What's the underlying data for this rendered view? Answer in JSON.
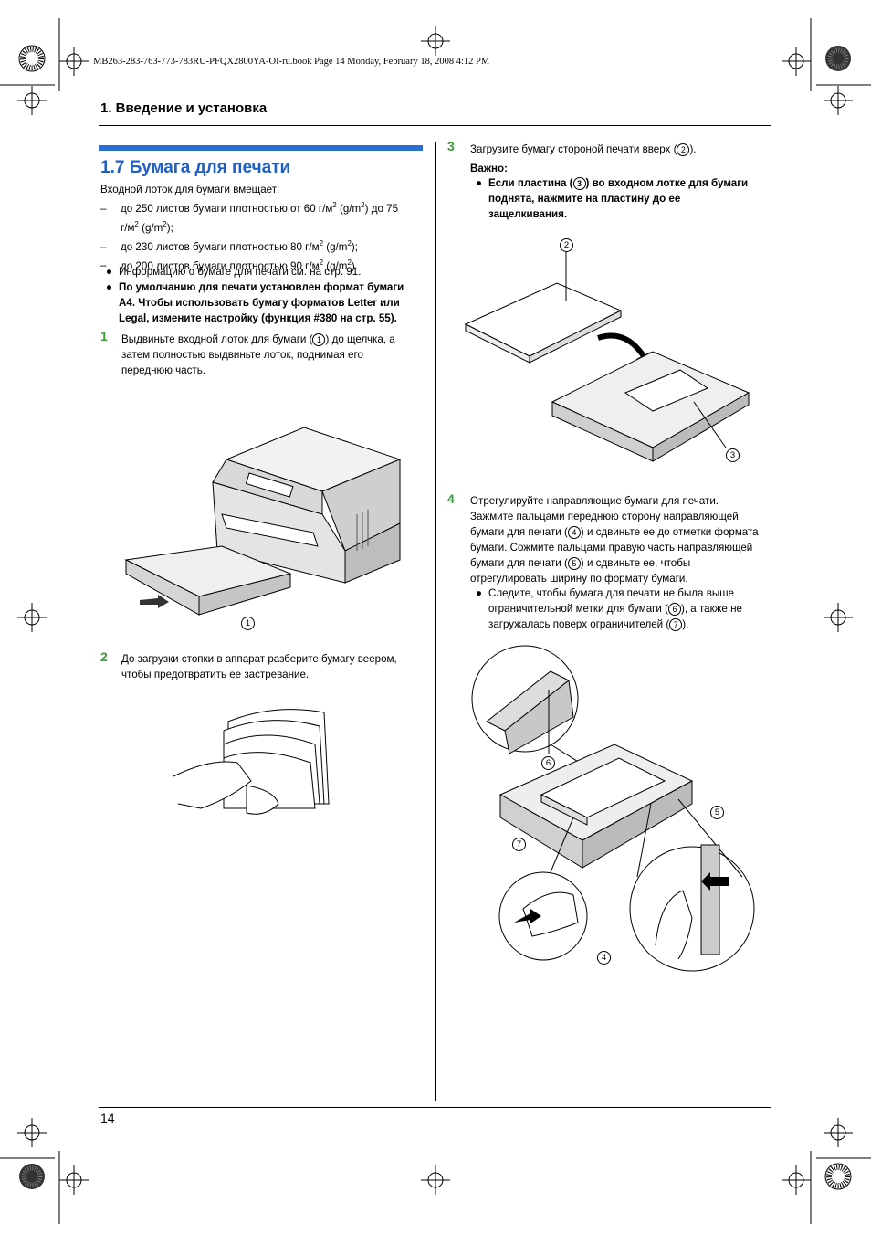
{
  "file_bar": "MB263-283-763-773-783RU-PFQX2800YA-OI-ru.book  Page 14  Monday, February 18, 2008  4:12 PM",
  "chapter_title": "1. Введение и установка",
  "section_title": "1.7 Бумага для печати",
  "intro": "Входной лоток для бумаги вмещает:",
  "capacity": [
    {
      "line1_pre": "до 250 листов бумаги плотностью от 60 г/м",
      "sup1": "2",
      "mid1": " (g/m",
      "sup2": "2",
      "post1": ") до 75",
      "line2_pre": "г/м",
      "sup3": "2",
      "mid2": " (g/m",
      "sup4": "2",
      "post2": ");"
    },
    {
      "pre": "до 230 листов бумаги плотностью 80 г/м",
      "sup1": "2",
      "mid": " (g/m",
      "sup2": "2",
      "post": ");"
    },
    {
      "pre": "до 200 листов бумаги плотностью 90 г/м",
      "sup1": "2",
      "mid": " (g/m",
      "sup2": "2",
      "post": ")."
    }
  ],
  "bullet_info": "Информацию о бумаге для печати см. на стр. 91.",
  "bullet_default": [
    "По умолчанию для печати установлен формат бумаги",
    "A4. Чтобы использовать бумагу форматов Letter или",
    "Legal, измените настройку (функция #380 на стр. 55)."
  ],
  "step1": {
    "num": "1",
    "lines": [
      "Выдвиньте входной лоток для бумаги (",
      ") до щелчка, а",
      "затем полностью выдвиньте лоток, поднимая его",
      "переднюю часть."
    ],
    "ref": "1"
  },
  "step2": {
    "num": "2",
    "lines": [
      "До загрузки стопки в аппарат разберите бумагу веером,",
      "чтобы предотвратить ее застревание."
    ]
  },
  "step3": {
    "num": "3",
    "pre": "Загрузите бумагу стороной печати вверх (",
    "ref": "2",
    "post": ").",
    "important_label": "Важно:",
    "important": [
      "Если пластина (",
      ") во входном лотке для бумаги",
      "поднята, нажмите на пластину до ее",
      "защелкивания."
    ],
    "important_ref": "3"
  },
  "step4": {
    "num": "4",
    "lines": [
      "Отрегулируйте направляющие бумаги для печати.",
      "Зажмите пальцами переднюю сторону направляющей",
      "бумаги для печати (",
      ") и сдвиньте ее до отметки формата",
      "бумаги. Сожмите пальцами правую часть направляющей",
      "бумаги для печати (",
      ") и сдвиньте ее, чтобы",
      "отрегулировать ширину по формату бумаги."
    ],
    "refs": [
      "4",
      "5"
    ],
    "bullet": [
      "Следите, чтобы бумага для печати не была выше",
      "ограничительной метки для бумаги (",
      "), а также не",
      "загружалась поверх ограничителей (",
      ")."
    ],
    "bullet_refs": [
      "6",
      "7"
    ]
  },
  "callouts": {
    "c1": "1",
    "c2": "2",
    "c3": "3",
    "c4": "4",
    "c5": "5",
    "c6": "6",
    "c7": "7"
  },
  "page_number": "14",
  "colors": {
    "heading_blue": "#1e5fc8",
    "step_green": "#3a9a3a",
    "bar_blue": "#2a6fd6"
  }
}
